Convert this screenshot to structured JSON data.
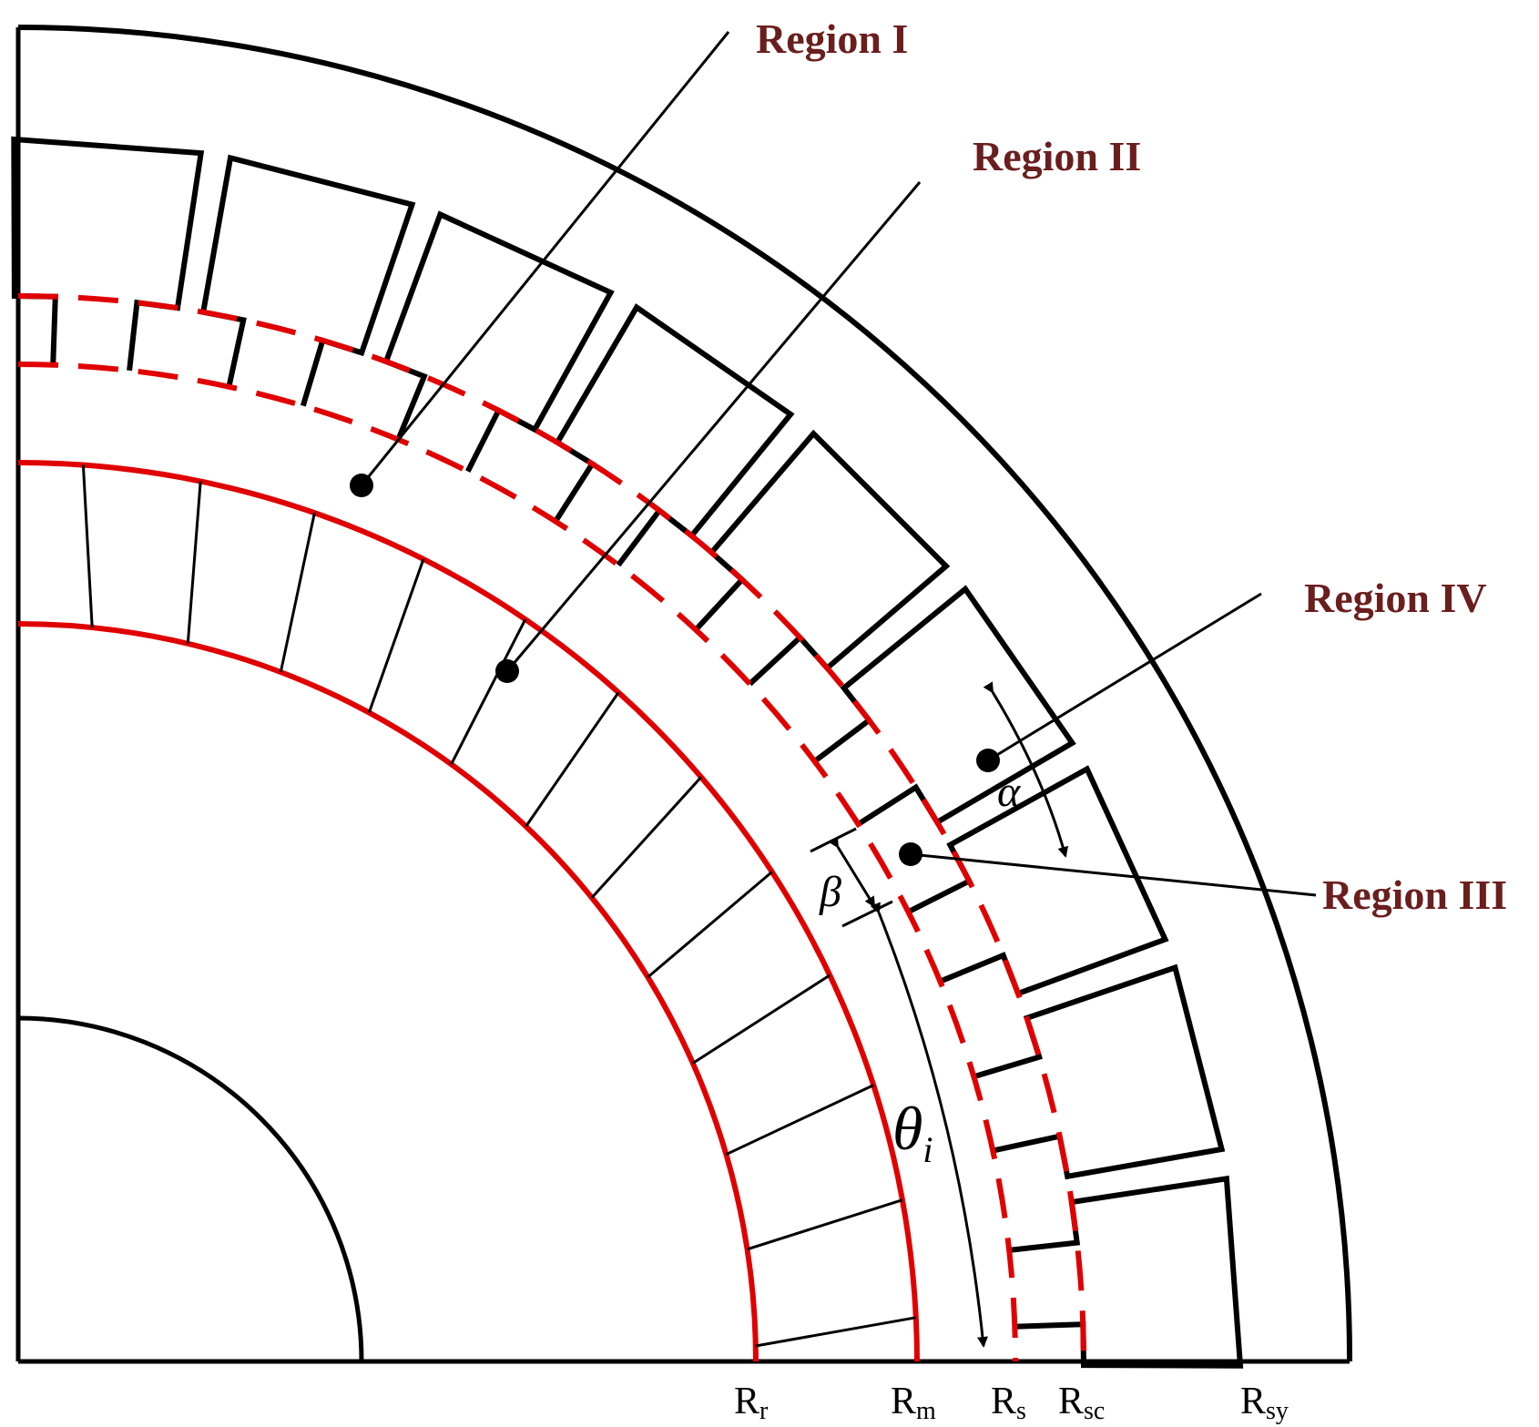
{
  "diagram": {
    "regions": {
      "r1": "Region I",
      "r2": "Region II",
      "r3": "Region III",
      "r4": "Region IV"
    },
    "radii": {
      "rr": {
        "main": "R",
        "sub": "r"
      },
      "rm": {
        "main": "R",
        "sub": "m"
      },
      "rs": {
        "main": "R",
        "sub": "s"
      },
      "rsc": {
        "main": "R",
        "sub": "sc"
      },
      "rsy": {
        "main": "R",
        "sub": "sy"
      }
    },
    "symbols": {
      "alpha": "α",
      "beta": "β",
      "theta": "θ",
      "theta_sub": "i"
    }
  },
  "colors": {
    "boundary": "#000000",
    "interface": "#e00000",
    "label": "#6b1e1e"
  }
}
